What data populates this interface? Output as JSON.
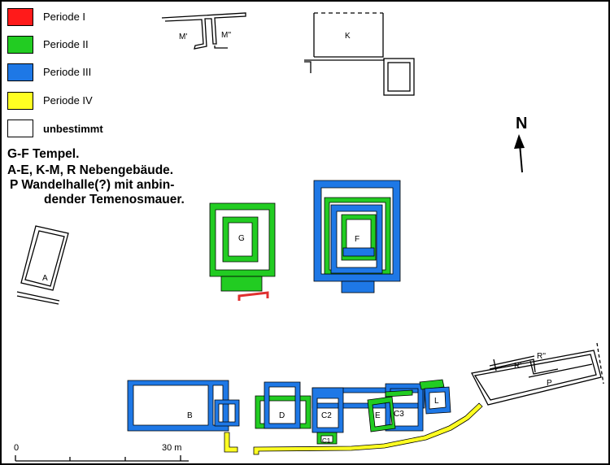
{
  "colors": {
    "periode_1": "#ff1a1a",
    "periode_2": "#22cc22",
    "periode_3": "#1e78e6",
    "periode_4": "#ffff22",
    "unbestimmt": "#ffffff",
    "line": "#000000"
  },
  "legend": [
    {
      "label": "Periode I",
      "color_key": "periode_1"
    },
    {
      "label": "Periode II",
      "color_key": "periode_2"
    },
    {
      "label": "Periode III",
      "color_key": "periode_3"
    },
    {
      "label": "Periode IV",
      "color_key": "periode_4"
    },
    {
      "label": "unbestimmt",
      "color_key": "unbestimmt"
    }
  ],
  "caption": {
    "line1": "G-F Tempel.",
    "line2": "A-E, K-M, R Nebengebäude.",
    "line3": "P Wandelhalle(?) mit anbin-",
    "line4": "dender Temenosmauer."
  },
  "north_label": "N",
  "scale": {
    "start": "0",
    "end": "30 m"
  },
  "building_labels": {
    "A": "A",
    "B": "B",
    "C1": "C1",
    "C2": "C2",
    "C3": "C3",
    "D": "D",
    "E": "E",
    "F": "F",
    "G": "G",
    "K": "K",
    "L": "L",
    "M1": "M'",
    "M2": "M''",
    "P": "P",
    "R1": "R'",
    "R2": "R''"
  }
}
